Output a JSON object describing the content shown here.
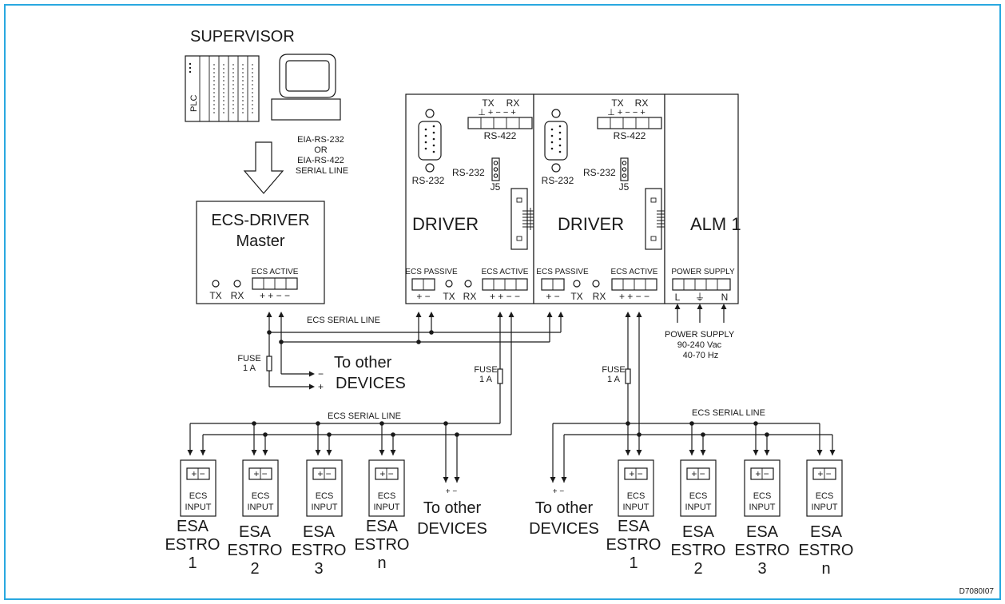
{
  "colors": {
    "frame": "#29a8e0",
    "ink": "#1a1a1a"
  },
  "supervisor": {
    "title": "SUPERVISOR",
    "plc_label": "PLC",
    "serial_note": [
      "EIA-RS-232",
      "OR",
      "EIA-RS-422",
      "SERIAL LINE"
    ]
  },
  "master": {
    "title_line1": "ECS-DRIVER",
    "title_line2": "Master",
    "ecs_active": "ECS ACTIVE",
    "tx": "TX",
    "rx": "RX",
    "terminals": "+ + − −"
  },
  "driver_panel": {
    "title": "DRIVER",
    "rs232": "RS-232",
    "rs422": "RS-422",
    "rs232_jumper": "RS-232",
    "j5": "J5",
    "tx": "TX",
    "rx": "RX",
    "rs422_terminals": "⊥ + − − +",
    "ecs_passive": "ECS PASSIVE",
    "ecs_active": "ECS ACTIVE",
    "passive_terminals": "+ −",
    "active_terminals": "+ + − −"
  },
  "alm": {
    "title": "ALM 1",
    "power_supply": "POWER SUPPLY",
    "l": "L",
    "earth": "⏚",
    "n": "N",
    "power_note": [
      "POWER SUPPLY",
      "90-240 Vac",
      "40-70 Hz"
    ]
  },
  "wiring": {
    "ecs_serial_line": "ECS SERIAL LINE",
    "fuse": "FUSE",
    "fuse_rating": "1 A",
    "to_other_line1": "To other",
    "to_other_line2": "DEVICES",
    "minus": "−",
    "plus": "+"
  },
  "ecs_input": {
    "line1": "ECS",
    "line2": "INPUT",
    "terminals": "+ −",
    "device_line1": "ESA",
    "device_line2": "ESTRO"
  },
  "esa_left": [
    "1",
    "2",
    "3",
    "n"
  ],
  "esa_right": [
    "1",
    "2",
    "3",
    "n"
  ],
  "drawing_code": "D7080I07"
}
